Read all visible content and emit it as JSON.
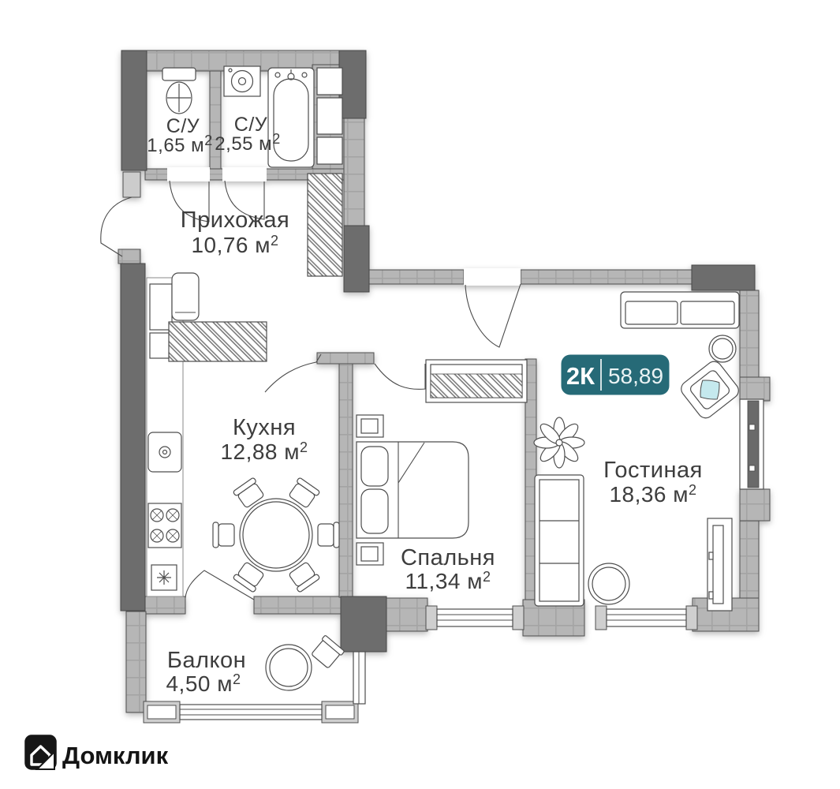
{
  "plan": {
    "badge": {
      "rooms_label": "2К",
      "area_value": "58,89"
    },
    "rooms": {
      "bath1": {
        "name": "С/У",
        "area": "1,65 м",
        "sup": "2"
      },
      "bath2": {
        "name": "С/У",
        "area": "2,55 м",
        "sup": "2"
      },
      "hallway": {
        "name": "Прихожая",
        "area": "10,76 м",
        "sup": "2"
      },
      "kitchen": {
        "name": "Кухня",
        "area": "12,88 м",
        "sup": "2"
      },
      "bedroom": {
        "name": "Спальня",
        "area": "11,34 м",
        "sup": "2"
      },
      "living": {
        "name": "Гостиная",
        "area": "18,36 м",
        "sup": "2"
      },
      "balcony": {
        "name": "Балкон",
        "area": "4,50 м",
        "sup": "2"
      }
    },
    "colors": {
      "badge_teal": "#266a77",
      "pillow_accent": "#c5e9ee",
      "wall_light": "#b6b6b6",
      "wall_dark": "#6d6d6d",
      "label_text": "#3d3d3d"
    }
  },
  "logo": {
    "name": "Домклик"
  }
}
